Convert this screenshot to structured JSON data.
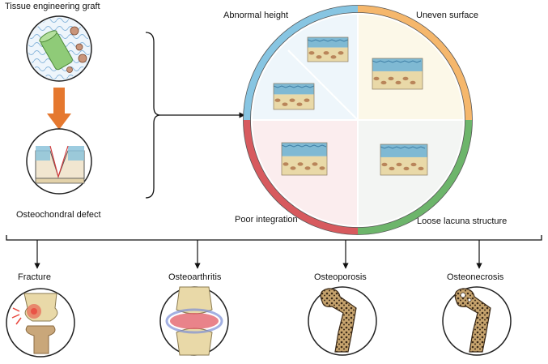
{
  "top": {
    "graft_label": "Tissue engineering graft",
    "defect_label": "Osteochondral defect"
  },
  "quadrants": [
    {
      "label": "Abnormal height",
      "color": "#87C5E2"
    },
    {
      "label": "Uneven surface",
      "color": "#F5B76C"
    },
    {
      "label": "Poor integration",
      "color": "#D75A5E"
    },
    {
      "label": "Loose lacuna structure",
      "color": "#6DB56B"
    }
  ],
  "diseases": [
    {
      "label": "Fracture",
      "icon": "knee-fracture-icon"
    },
    {
      "label": "Osteoarthritis",
      "icon": "arthritic-joint-icon"
    },
    {
      "label": "Osteoporosis",
      "icon": "porous-femur-icon"
    },
    {
      "label": "Osteonecrosis",
      "icon": "necrotic-femur-icon"
    }
  ],
  "colors": {
    "arrow": "#E5782F",
    "bone": "#E9D9A8",
    "cartilage": "#7FB9D3",
    "cell": "#B9855A"
  }
}
